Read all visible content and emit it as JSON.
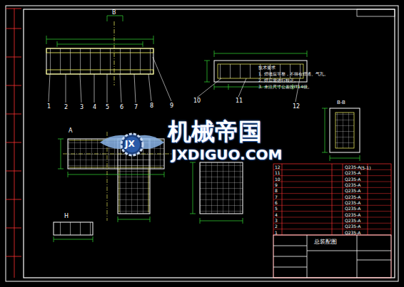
{
  "diagram": {
    "labels": [
      "机械帝国",
      "JXDIGUO.COM",
      "JX",
      "技术要求",
      "1. 焊缝应平整，不得有焊渣、气孔。",
      "2. 焊后需进行校正。",
      "3. 未注尺寸公差按IT14级。",
      "1",
      "2",
      "3",
      "4",
      "5",
      "6",
      "7",
      "8",
      "9",
      "10",
      "11",
      "12",
      "B",
      "A",
      "H",
      "B-B",
      "(5-1)",
      "总装配图",
      "12",
      "11",
      "10",
      "9",
      "8",
      "7",
      "6",
      "5",
      "4",
      "3",
      "2",
      "1",
      "Q235-A",
      "Q235-A",
      "Q235-A",
      "Q235-A",
      "Q235-A",
      "Q235-A",
      "Q235-A",
      "Q235-A",
      "Q235-A",
      "Q235-A",
      "Q235-A",
      "Q235-A"
    ]
  }
}
